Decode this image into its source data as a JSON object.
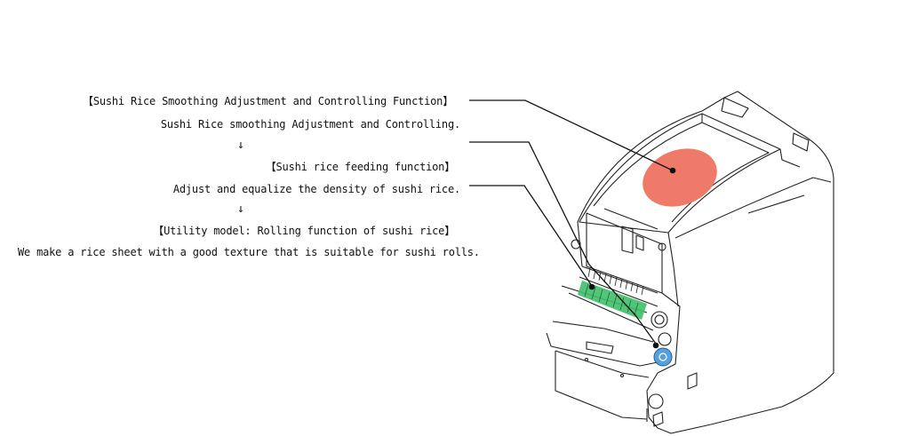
{
  "captions": {
    "smoothing_title": "【Sushi Rice Smoothing Adjustment and Controlling Function】",
    "smoothing_desc": "Sushi Rice smoothing Adjustment and Controlling.",
    "arrow_1": "↓",
    "feeding_title": "【Sushi rice feeding function】",
    "feeding_desc": "Adjust and equalize the density of sushi rice.",
    "arrow_2": "↓",
    "rolling_title": "【Utility model: Rolling function of sushi rice】",
    "rolling_desc": "We make a rice sheet with a good texture that is suitable for sushi rolls."
  },
  "colors": {
    "hopper_highlight": "#f07a6a",
    "roller_highlight": "#3fbf6a",
    "knob_highlight": "#3a8fd6",
    "line": "#111111"
  }
}
